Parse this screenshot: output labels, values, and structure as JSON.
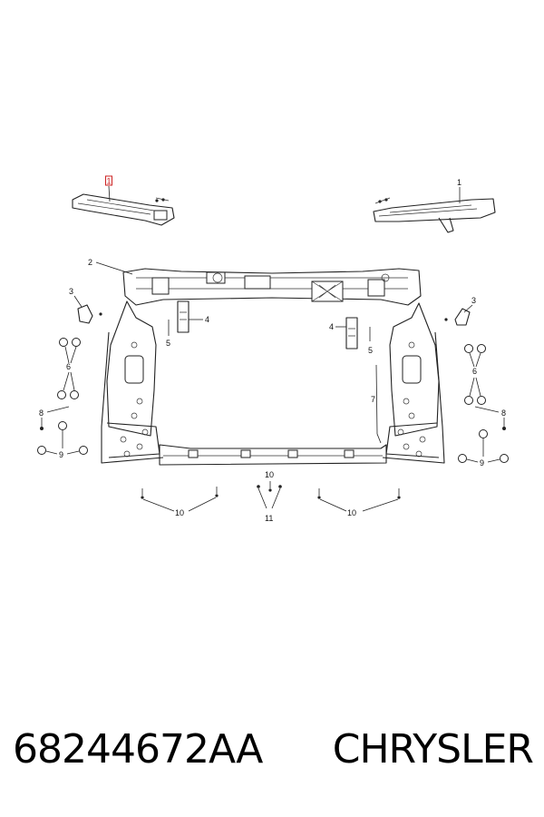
{
  "callouts": {
    "c1": "1",
    "c2": "2",
    "c3": "3",
    "c4": "4",
    "c5": "5",
    "c6": "6",
    "c7": "7",
    "c8": "8",
    "c9": "9",
    "c10": "10",
    "c11": "11"
  },
  "highlight_color": "#cc2222",
  "footer": {
    "part_number": "68244672AA",
    "brand": "CHRYSLER"
  }
}
